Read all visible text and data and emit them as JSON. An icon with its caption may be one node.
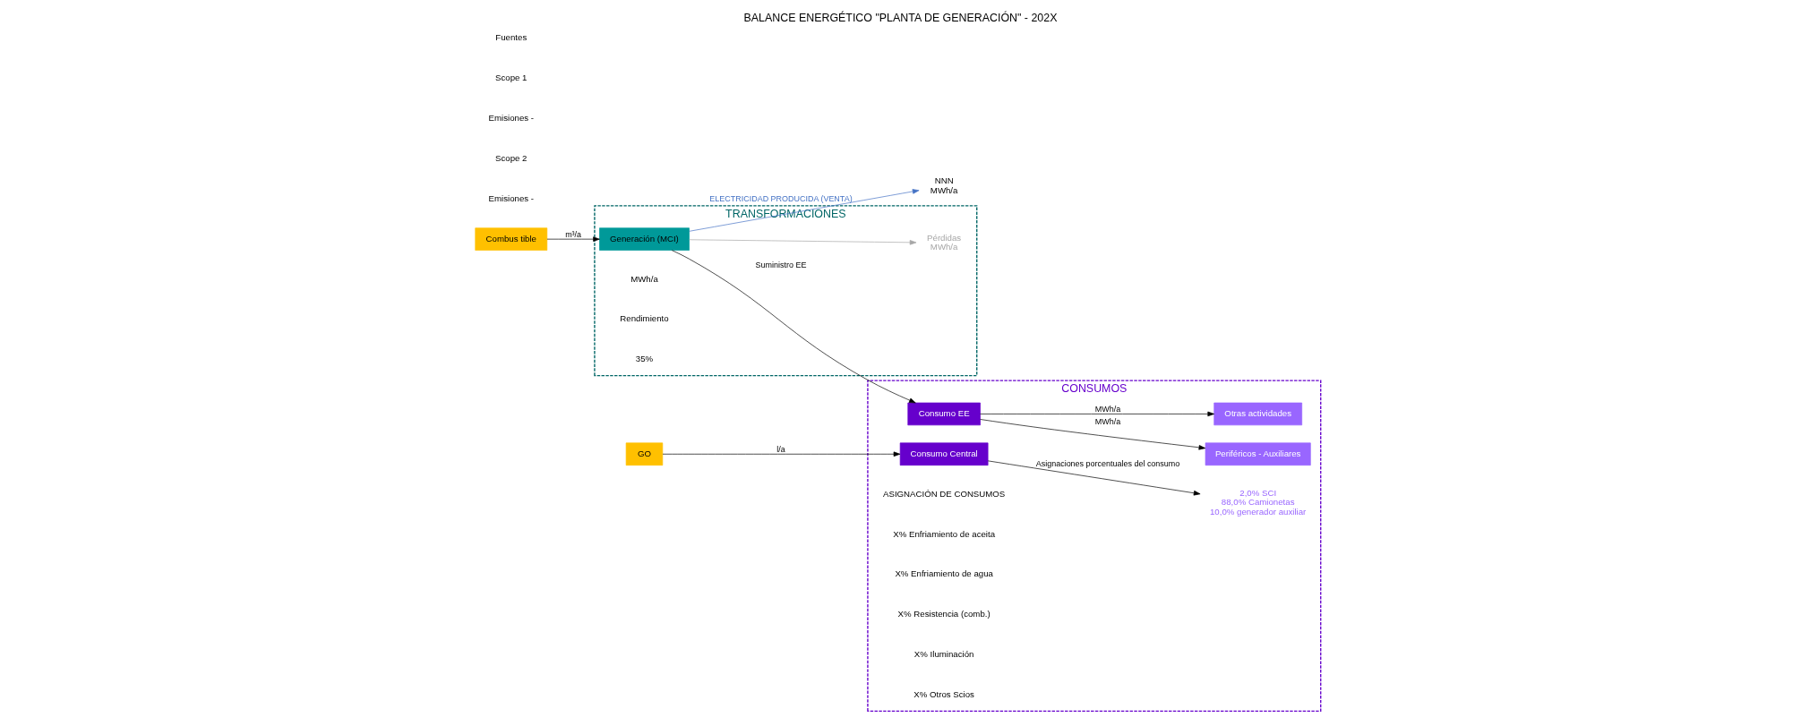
{
  "diagram": {
    "title": "BALANCE ENERGÉTICO \"PLANTA DE GENERACIÓN\" - 202X",
    "nodes": [
      {
        "text": [
          "Combus tible"
        ]
      },
      {
        "text": [
          "TRANSFORMACIONES"
        ],
        "beside": [
          "Emisiones -",
          "Scope 2"
        ]
      },
      {
        "text": [
          "Generación (MCI)"
        ],
        "in": 1
      },
      {
        "text": [
          "Pérdidas",
          "MWh/a"
        ],
        "in": 1
      },
      {
        "text": [
          "CONSUMOS"
        ],
        "beside": [
          "Emisiones -",
          "Scope 1"
        ]
      },
      {
        "text": [
          "Consumo EE"
        ],
        "in": 4
      },
      {
        "text": [
          "Periféricos - Auxiliares"
        ],
        "in": 4
      },
      {
        "text": [
          "Otras actividades"
        ],
        "in": 4
      },
      {
        "text": [
          "Consumo Central"
        ],
        "in": 4
      },
      {
        "text": [
          "2,0% SCI",
          "88,0% Camionetas",
          "10,0% generador auxiliar"
        ],
        "in": 4
      },
      {
        "text": [
          "GO"
        ]
      },
      {
        "text": [
          "NNN",
          "MWh/a"
        ]
      }
    ],
    "edges": [
      {
        "from": 0,
        "to": 2,
        "arrow": "to",
        "label": "m³/a"
      },
      {
        "from": 2,
        "to": 3,
        "arrow": "to",
        "color": "#a6a6a6"
      },
      {
        "from": 2,
        "to": 5,
        "arrow": "to",
        "label": "Suministro EE"
      },
      {
        "from": 2,
        "to": 11,
        "arrow": "to",
        "label": "ELECTRICIDAD PRODUCIDA (VENTA)",
        "color": "#4472c4"
      },
      {
        "from": 5,
        "to": 6,
        "arrow": "to",
        "label": "MWh/a"
      },
      {
        "from": 5,
        "to": 7,
        "arrow": "to",
        "label": "MWh/a"
      },
      {
        "from": 10,
        "to": 8,
        "arrow": "to",
        "label": "l/a"
      },
      {
        "from": 8,
        "to": 9,
        "arrow": "to",
        "label": "Asignaciones porcentuales del consumo"
      }
    ],
    "labels": [
      "Fuentes",
      "MWh/a",
      "Rendimiento",
      "35%",
      "ASIGNACIÓN DE CONSUMOS",
      "X% Enfriamiento de aceita",
      "X% Enfriamiento de agua",
      "X% Resistencia (comb.)",
      "X% Iluminación",
      "X% Otros Scios"
    ]
  }
}
